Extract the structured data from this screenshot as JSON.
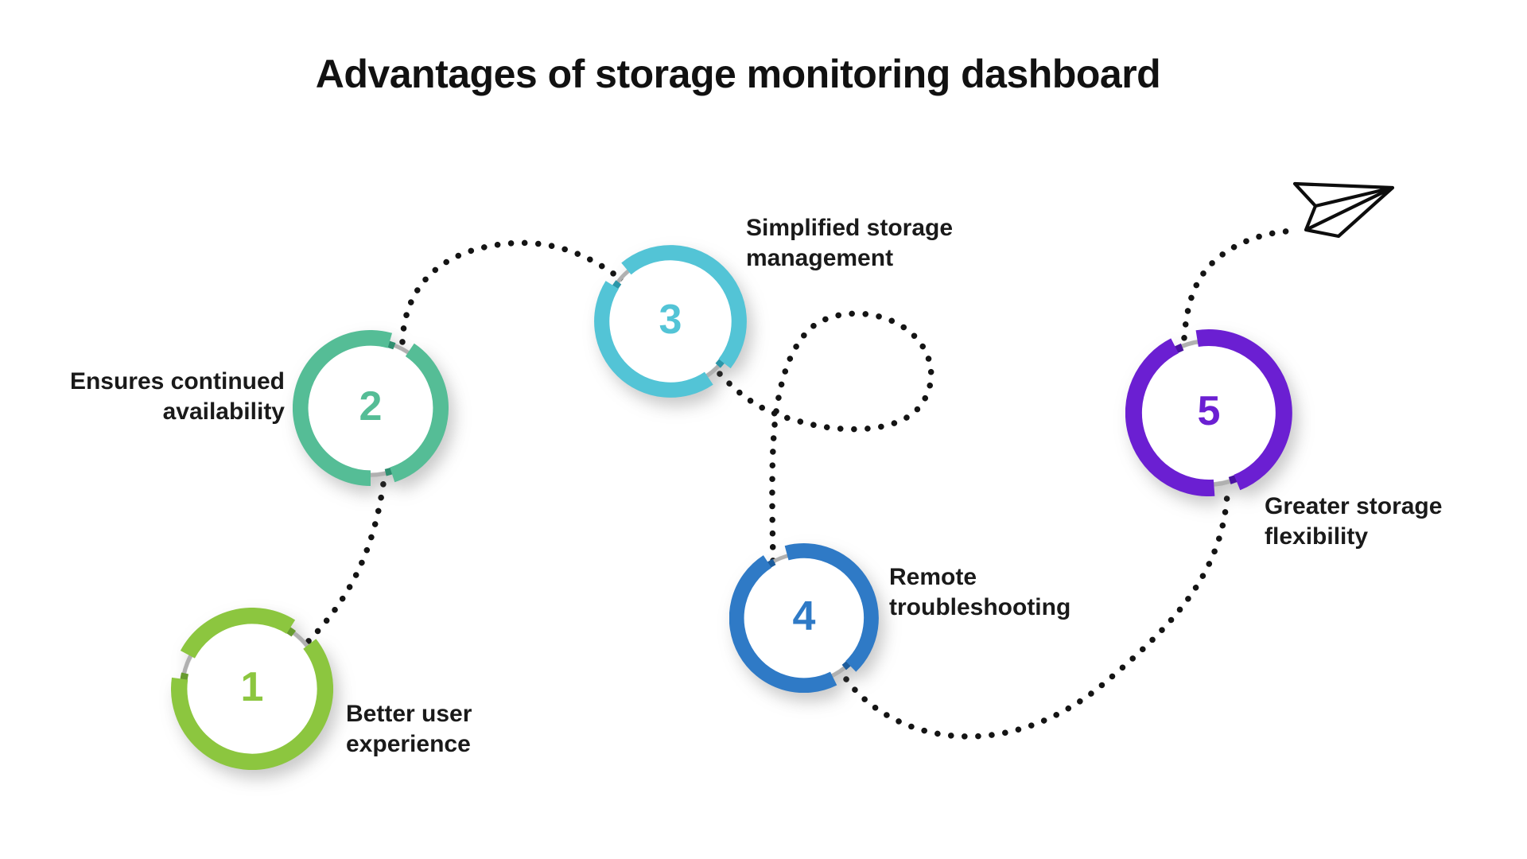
{
  "title": "Advantages of storage monitoring dashboard",
  "steps": [
    {
      "number": "1",
      "label_lines": [
        "Better user",
        "experience"
      ],
      "color": "#8cc63f",
      "color_dark": "#679b2f"
    },
    {
      "number": "2",
      "label_lines": [
        "Ensures continued",
        "availability"
      ],
      "color": "#55bd96",
      "color_dark": "#2f8f70"
    },
    {
      "number": "3",
      "label_lines": [
        "Simplified storage",
        "management"
      ],
      "color": "#53c4d6",
      "color_dark": "#2b96a8"
    },
    {
      "number": "4",
      "label_lines": [
        "Remote",
        "troubleshooting"
      ],
      "color": "#2f7ac6",
      "color_dark": "#1d5c9c"
    },
    {
      "number": "5",
      "label_lines": [
        "Greater storage",
        "flexibility"
      ],
      "color": "#6b1fd2",
      "color_dark": "#4a12a0"
    }
  ],
  "decorations": {
    "paper_plane": "paper-plane-icon",
    "dotted_path": "dotted-journey-path"
  },
  "colors": {
    "path_dots": "#141414",
    "ring_gray": "#b0b0b0",
    "text": "#1a1a1a",
    "background": "#ffffff"
  }
}
